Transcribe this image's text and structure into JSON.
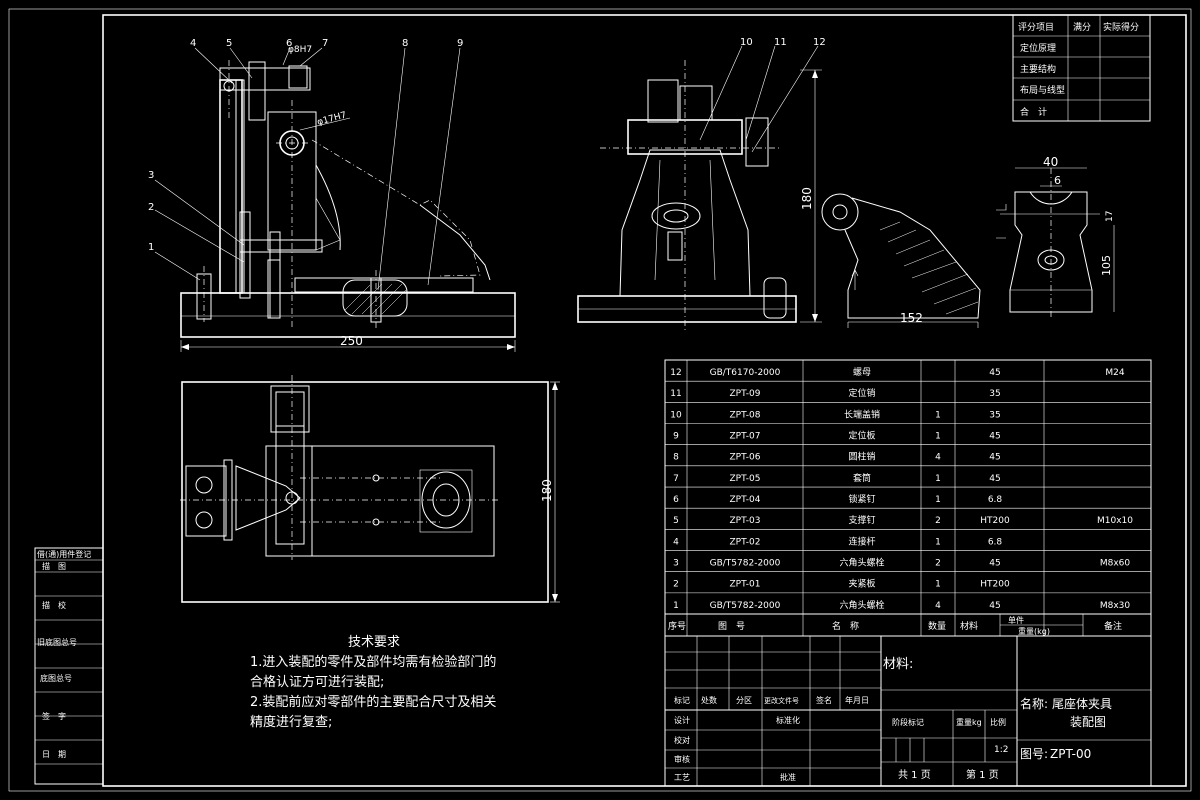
{
  "title_block": {
    "material_label": "材料:",
    "name_label": "名称:",
    "name_value": "尾座体夹具",
    "name_value_2": "装配图",
    "drawing_no_label": "图号:",
    "drawing_no_value": "ZPT-00",
    "scale": "1:2",
    "total_sheets": "共 1 页",
    "sheet_no": "第 1 页",
    "headers": {
      "mark": "标记",
      "count": "处数",
      "zone": "分区",
      "change_doc": "更改文件号",
      "sign": "签名",
      "date": "年月日",
      "design": "设计",
      "standard": "标准化",
      "check": "校对",
      "review": "审核",
      "process": "工艺",
      "approve": "批准",
      "stage_mark": "阶段标记",
      "weight": "重量kg",
      "ratio": "比例"
    }
  },
  "score_table": {
    "header": [
      "评分项目",
      "满分",
      "实际得分"
    ],
    "rows": [
      "定位原理",
      "主要结构",
      "布局与线型",
      "合　计"
    ]
  },
  "left_strip": {
    "labels": [
      "借(通)用件登记",
      "描　图",
      "描　校",
      "旧底图总号",
      "底图总号",
      "签　字",
      "日　期"
    ]
  },
  "bom": {
    "header": {
      "seq": "序号",
      "code": "图　号",
      "name": "名　称",
      "qty": "数量",
      "material": "材料",
      "unit_weight": "单件",
      "total_weight": "重量(kg)",
      "note": "备注"
    },
    "rows": [
      {
        "seq": "12",
        "code": "GB/T6170-2000",
        "name": "螺母",
        "qty": "",
        "material": "45",
        "note": "M24"
      },
      {
        "seq": "11",
        "code": "ZPT-09",
        "name": "定位销",
        "qty": "",
        "material": "35",
        "note": ""
      },
      {
        "seq": "10",
        "code": "ZPT-08",
        "name": "长端盖销",
        "qty": "1",
        "material": "35",
        "note": ""
      },
      {
        "seq": "9",
        "code": "ZPT-07",
        "name": "定位板",
        "qty": "1",
        "material": "45",
        "note": ""
      },
      {
        "seq": "8",
        "code": "ZPT-06",
        "name": "圆柱销",
        "qty": "4",
        "material": "45",
        "note": ""
      },
      {
        "seq": "7",
        "code": "ZPT-05",
        "name": "套筒",
        "qty": "1",
        "material": "45",
        "note": ""
      },
      {
        "seq": "6",
        "code": "ZPT-04",
        "name": "锁紧钉",
        "qty": "1",
        "material": "6.8",
        "note": ""
      },
      {
        "seq": "5",
        "code": "ZPT-03",
        "name": "支撑钉",
        "qty": "2",
        "material": "HT200",
        "note": "M10x10"
      },
      {
        "seq": "4",
        "code": "ZPT-02",
        "name": "连接杆",
        "qty": "1",
        "material": "6.8",
        "note": ""
      },
      {
        "seq": "3",
        "code": "GB/T5782-2000",
        "name": "六角头螺栓",
        "qty": "2",
        "material": "45",
        "note": "M8x60"
      },
      {
        "seq": "2",
        "code": "ZPT-01",
        "name": "夹紧板",
        "qty": "1",
        "material": "HT200",
        "note": ""
      },
      {
        "seq": "1",
        "code": "GB/T5782-2000",
        "name": "六角头螺栓",
        "qty": "4",
        "material": "45",
        "note": "M8x30"
      }
    ]
  },
  "tech_req": {
    "title": "技术要求",
    "lines": [
      "1.进入装配的零件及部件均需有检验部门的",
      "合格认证方可进行装配;",
      "2.装配前应对零部件的主要配合尺寸及相关",
      "精度进行复查;"
    ]
  },
  "dimensions": {
    "front_width": "250",
    "side_height": "180",
    "plan_height": "180",
    "part_width": "152",
    "detail_width": "40",
    "detail_6": "6",
    "detail_height": "105",
    "detail_17": "17",
    "fit_1": "φ8H7",
    "fit_2": "φ17H7"
  },
  "balloons": [
    "1",
    "2",
    "3",
    "4",
    "5",
    "6",
    "7",
    "8",
    "9",
    "10",
    "11",
    "12"
  ]
}
